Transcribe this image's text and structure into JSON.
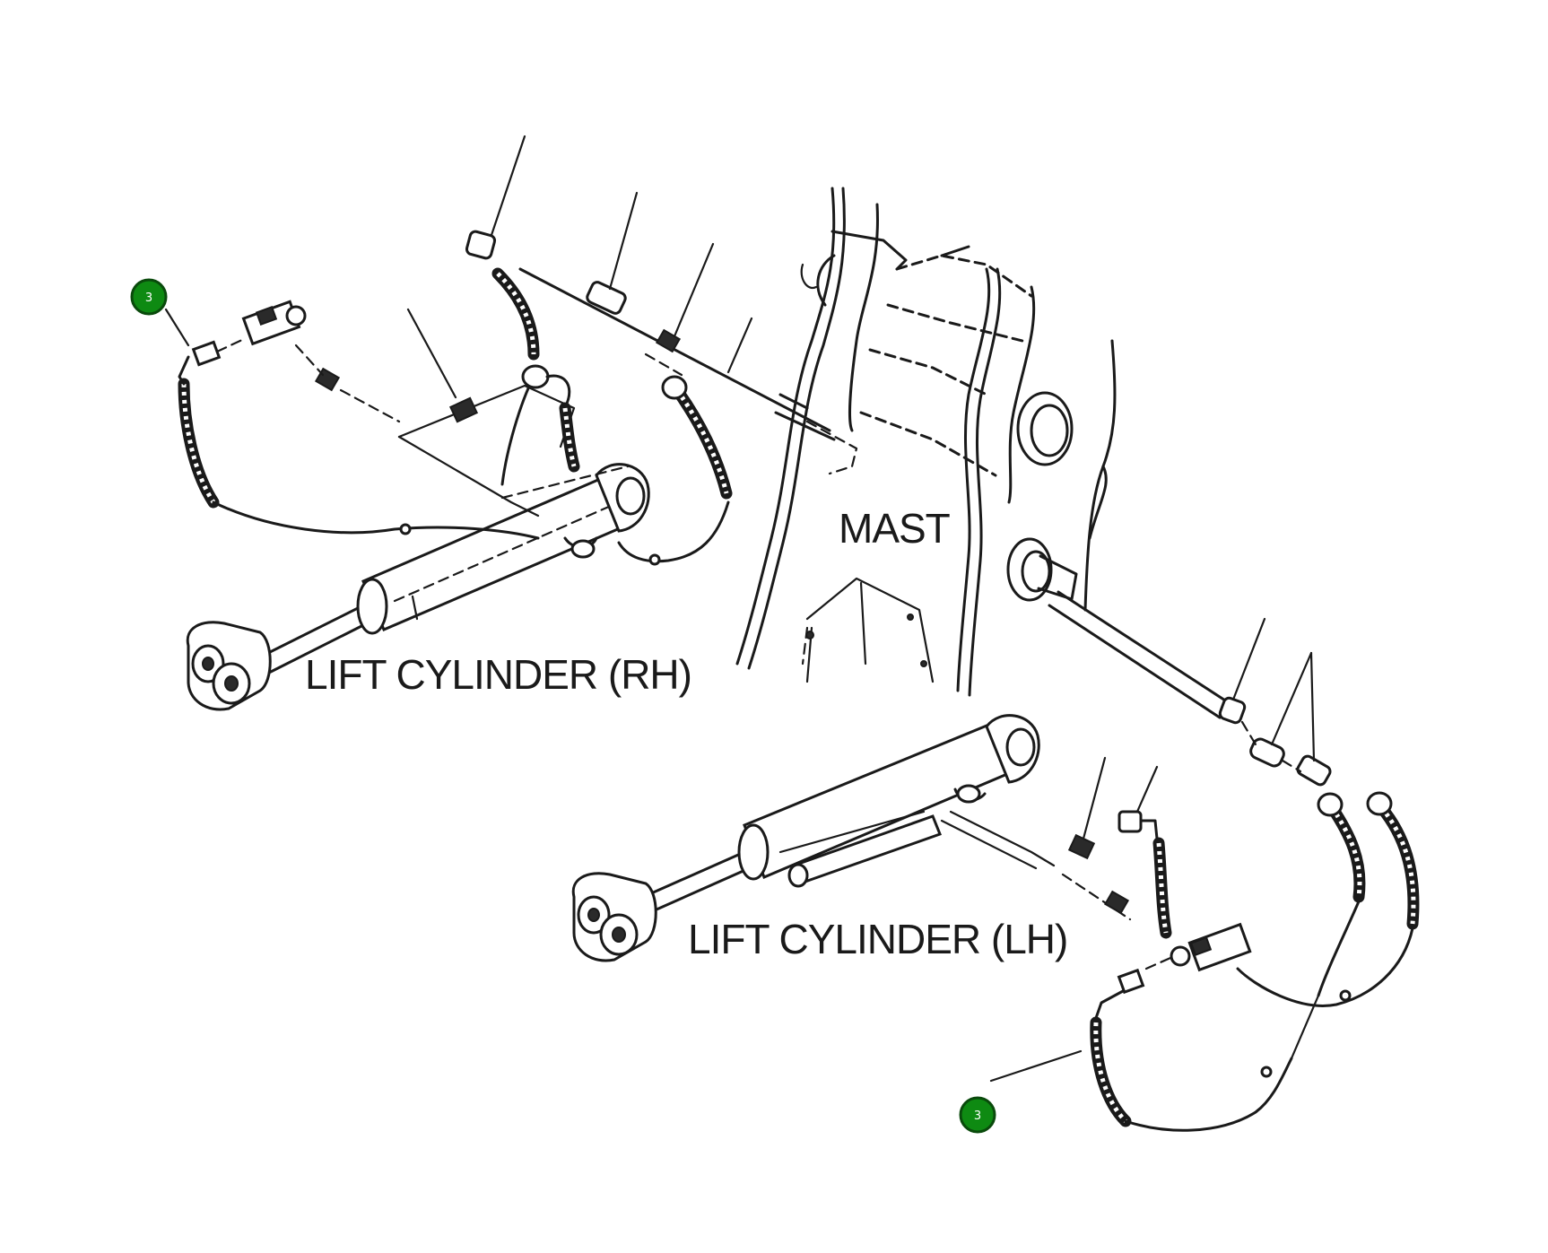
{
  "labels": {
    "lift_cylinder_rh": "LIFT CYLINDER (RH)",
    "lift_cylinder_lh": "LIFT CYLINDER (LH)",
    "mast": "MAST"
  },
  "callouts": [
    {
      "number": "3"
    },
    {
      "number": "3"
    }
  ],
  "colors": {
    "line": "#1a1a1a",
    "callout": "#0e8a12",
    "background": "#ffffff"
  }
}
